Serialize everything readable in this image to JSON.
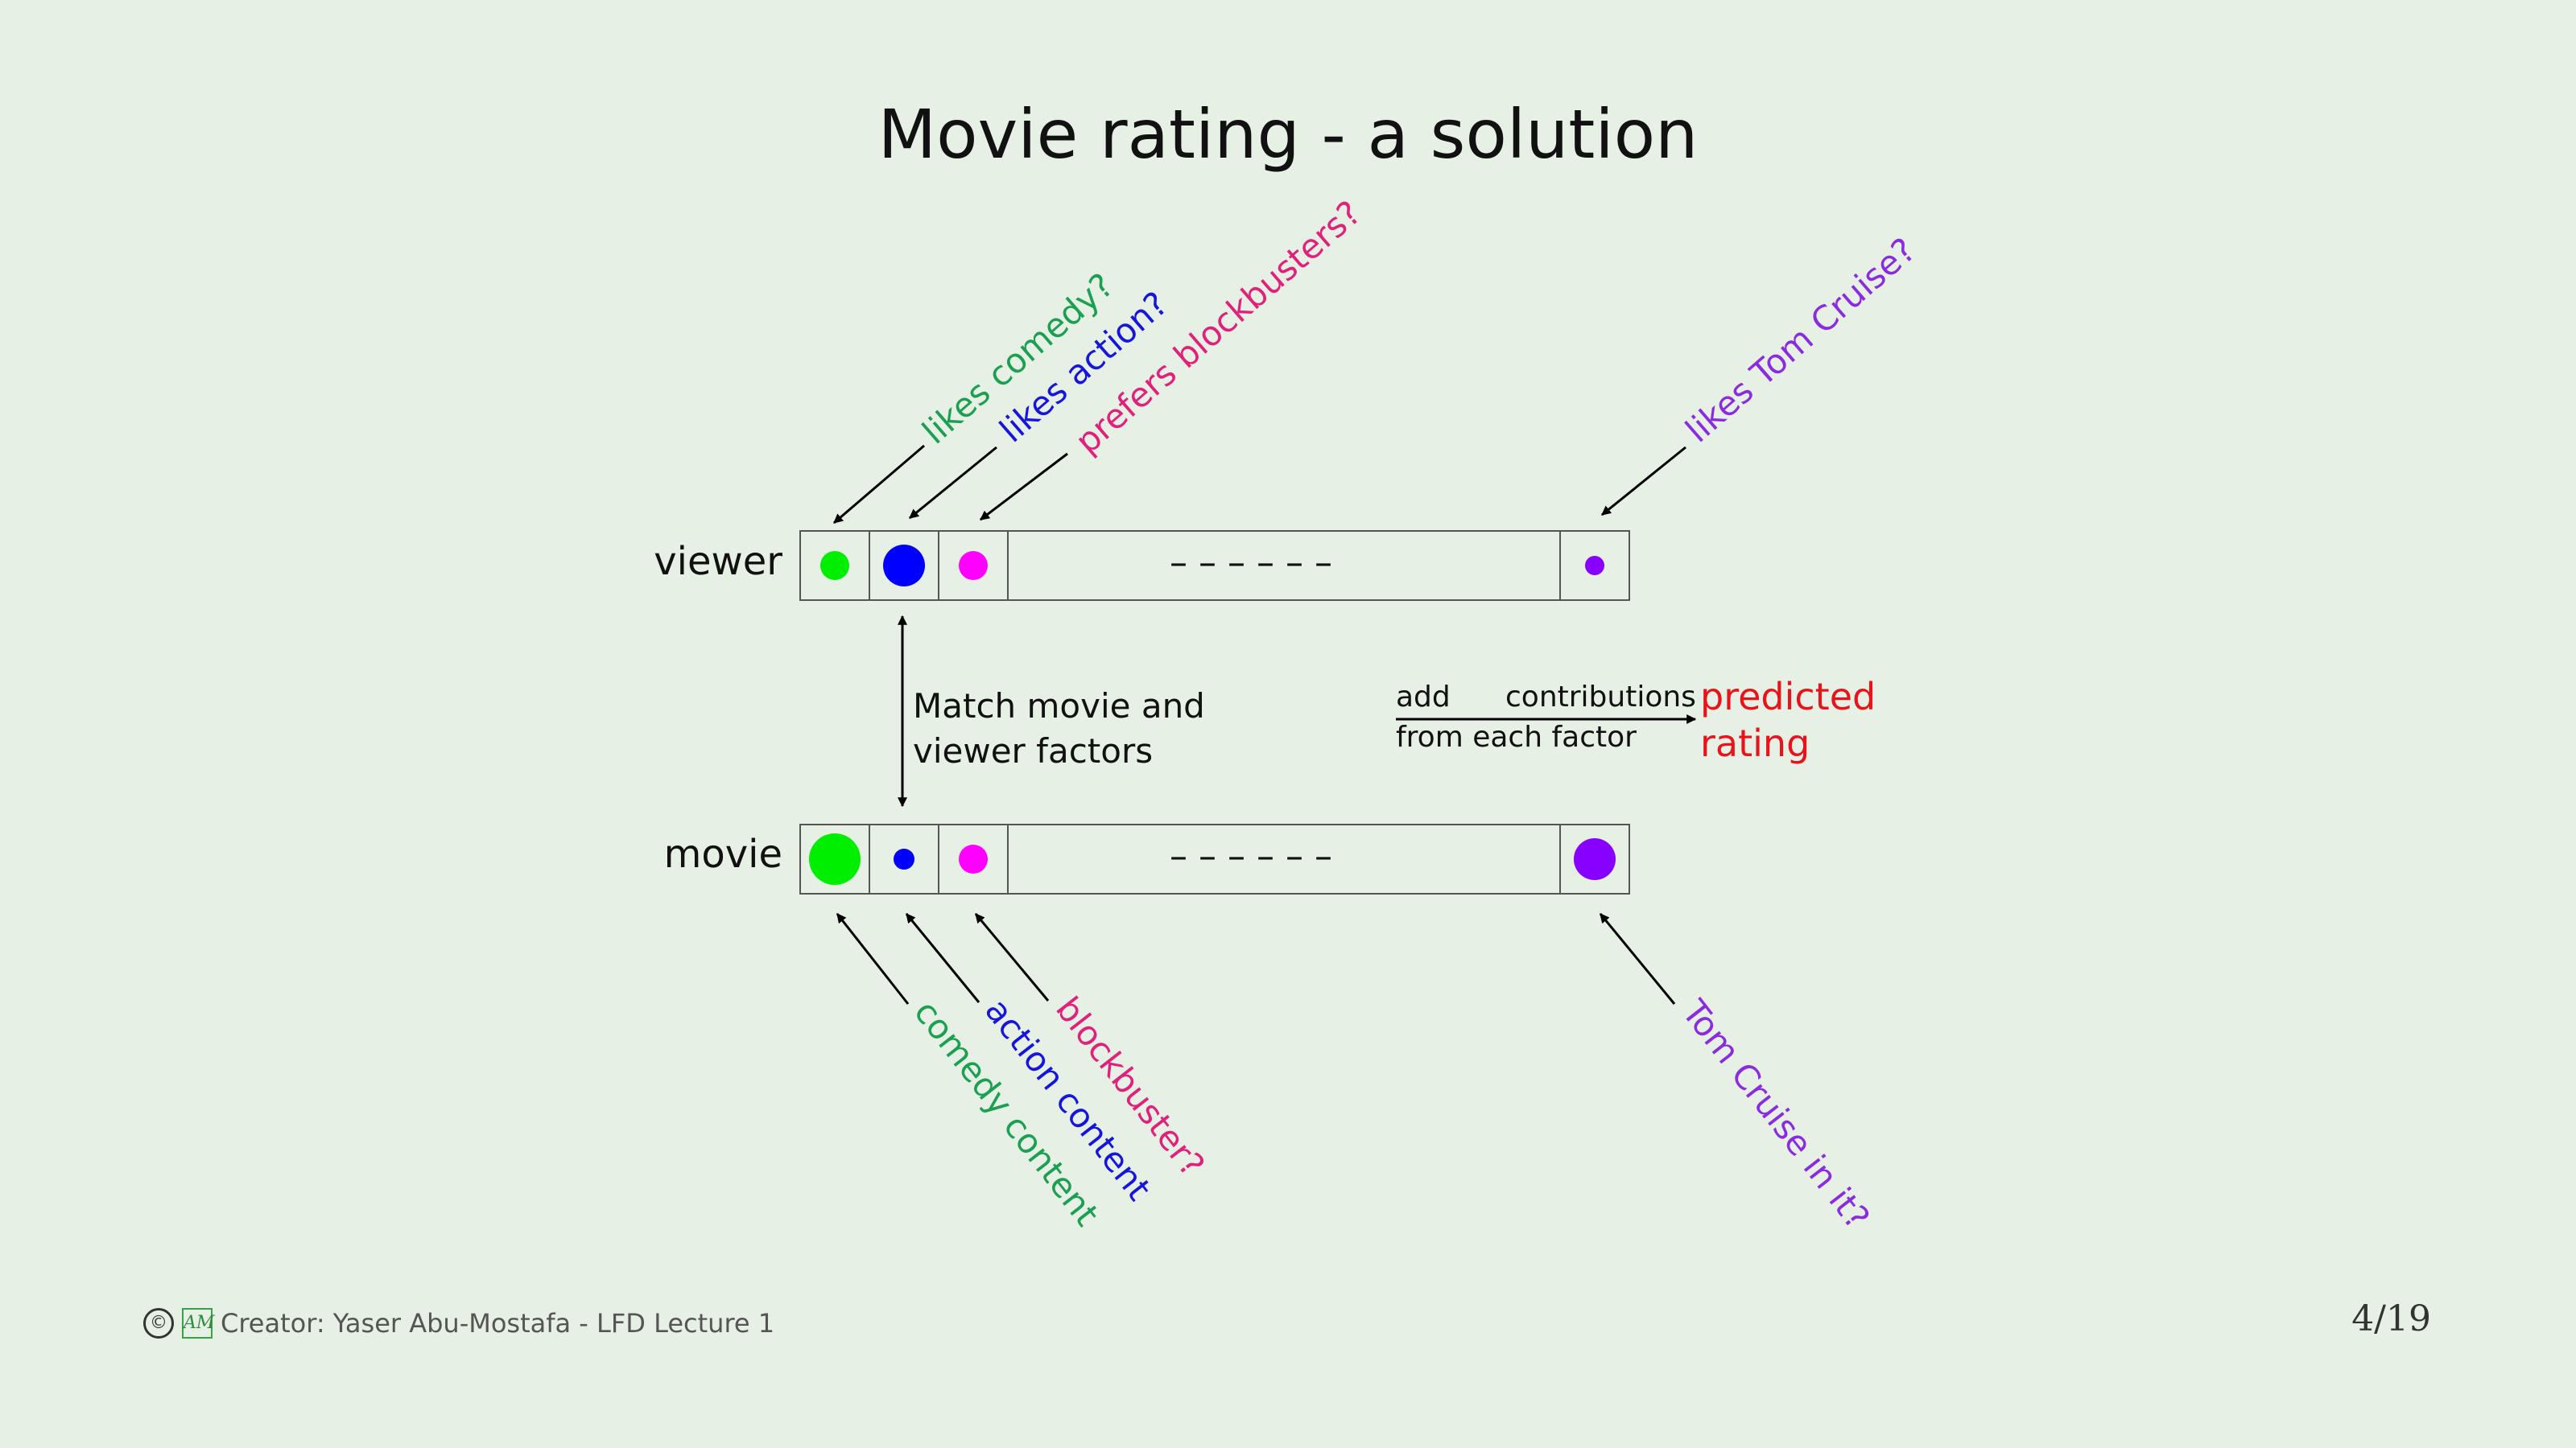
{
  "title": "Movie rating - a solution",
  "rows": {
    "viewer": {
      "label": "viewer",
      "dots": [
        "#00ee00",
        "#0000ff",
        "#ff00ff",
        "#8800ff"
      ]
    },
    "movie": {
      "label": "movie",
      "dots": [
        "#00ee00",
        "#0000ff",
        "#ff00ff",
        "#8800ff"
      ]
    },
    "dashes": "– – – – – –"
  },
  "viewer_factors": {
    "comedy": {
      "text": "likes comedy?",
      "color": "#1aa050"
    },
    "action": {
      "text": "likes action?",
      "color": "#1515dd"
    },
    "blockbusters": {
      "text": "prefers blockbusters?",
      "color": "#e0207a"
    },
    "tom_cruise": {
      "text": "likes Tom Cruise?",
      "color": "#8a2be2"
    }
  },
  "movie_factors": {
    "comedy": {
      "text": "comedy content",
      "color": "#1aa050"
    },
    "action": {
      "text": "action content",
      "color": "#1515dd"
    },
    "blockbuster": {
      "text": "blockbuster?",
      "color": "#e0207a"
    },
    "tom_cruise": {
      "text": "Tom Cruise in it?",
      "color": "#8a2be2"
    }
  },
  "match": {
    "line1": "Match movie and",
    "line2": "viewer factors"
  },
  "contrib": {
    "add": "add",
    "contributions": "contributions",
    "from": "from each factor"
  },
  "predicted": {
    "line1": "predicted",
    "line2": "rating",
    "color": "#e8141c"
  },
  "footer": {
    "copyright_symbol": "©",
    "logo_text": "AM",
    "creator": "Creator: Yaser Abu-Mostafa - LFD Lecture 1",
    "page": "4/19"
  }
}
